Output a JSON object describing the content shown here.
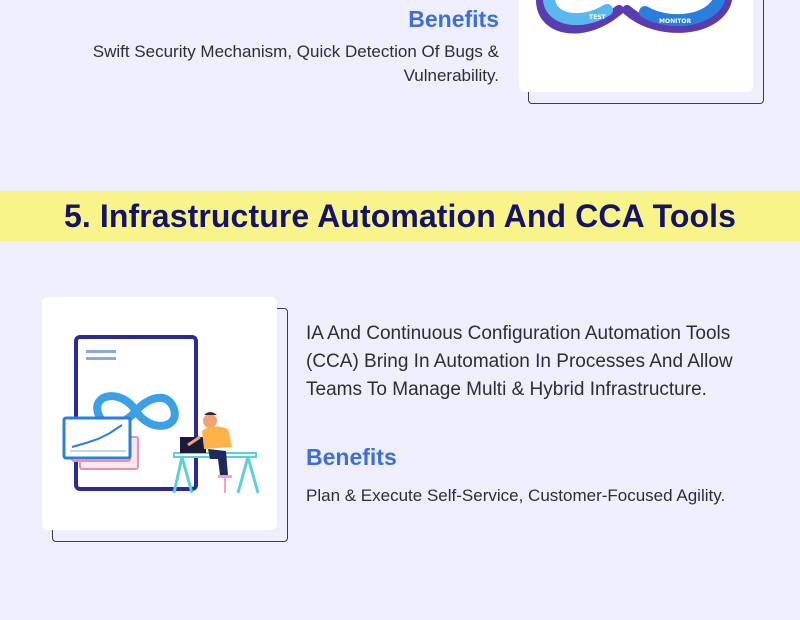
{
  "top_section": {
    "benefits_title": "Benefits",
    "benefits_text": "Swift Security Mechanism, Quick Detection Of Bugs & Vulnerability.",
    "illustration_labels": {
      "left": "TEST",
      "right": "MONITOR"
    }
  },
  "banner": {
    "heading": "5. Infrastructure Automation And CCA Tools"
  },
  "section": {
    "description": "IA And Continuous Configuration Automation Tools (CCA) Bring In Automation In Processes And Allow Teams To Manage Multi & Hybrid Infrastructure.",
    "benefits_title": "Benefits",
    "benefits_text": "Plan & Execute Self-Service, Customer-Focused Agility."
  },
  "colors": {
    "background": "#efeefc",
    "banner": "#f8f48a",
    "heading": "#141466",
    "accent": "#3b6fe0"
  },
  "icons": [
    "infinity-devops-icon",
    "infinity-loop-icon",
    "developer-at-desk-illustration"
  ]
}
